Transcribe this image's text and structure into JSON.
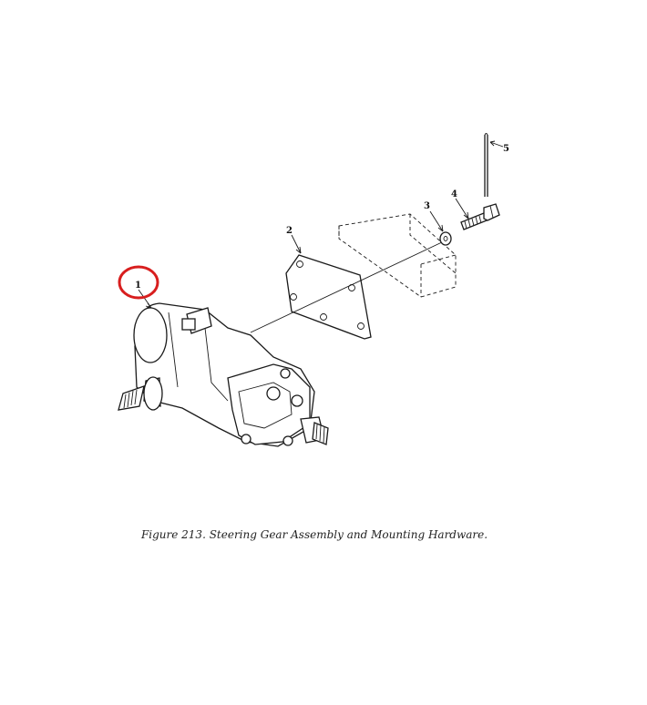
{
  "figure": {
    "caption": "Figure 213.  Steering Gear Assembly and Mounting Hardware.",
    "callouts": [
      {
        "id": "1",
        "label": "1"
      },
      {
        "id": "2",
        "label": "2"
      },
      {
        "id": "3",
        "label": "3"
      },
      {
        "id": "4",
        "label": "4"
      },
      {
        "id": "5",
        "label": "5"
      }
    ],
    "highlight": {
      "target": "1",
      "color": "#d81e1e"
    }
  }
}
